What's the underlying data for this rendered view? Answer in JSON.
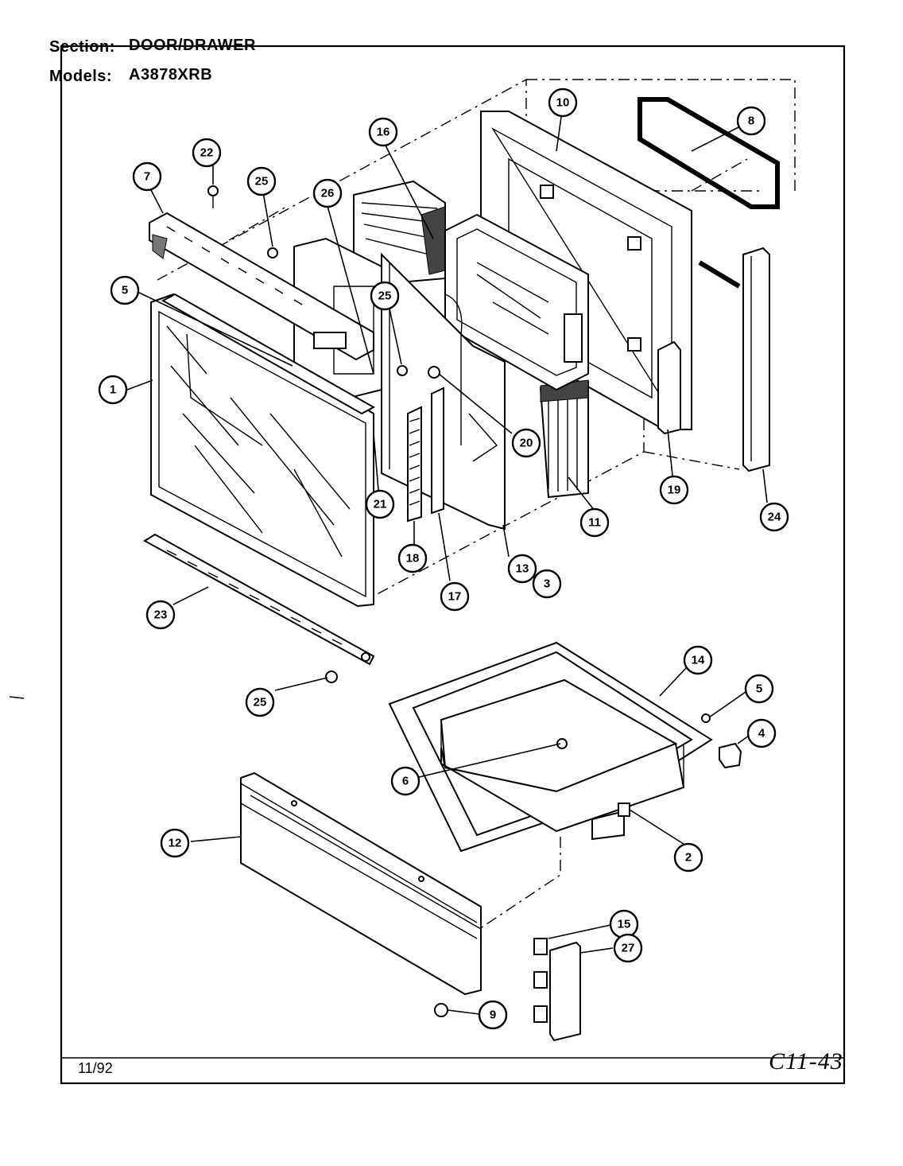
{
  "header": {
    "section_label": "Section:",
    "section_value": "DOOR/DRAWER",
    "models_label": "Models:",
    "models_value": "A3878XRB"
  },
  "footer": {
    "date": "11/92",
    "code": "C11-43"
  },
  "callouts": [
    {
      "id": "c1",
      "label": "1"
    },
    {
      "id": "c2",
      "label": "2"
    },
    {
      "id": "c3",
      "label": "3"
    },
    {
      "id": "c4",
      "label": "4"
    },
    {
      "id": "c5a",
      "label": "5"
    },
    {
      "id": "c5b",
      "label": "5"
    },
    {
      "id": "c6",
      "label": "6"
    },
    {
      "id": "c7",
      "label": "7"
    },
    {
      "id": "c8",
      "label": "8"
    },
    {
      "id": "c9",
      "label": "9"
    },
    {
      "id": "c10",
      "label": "10"
    },
    {
      "id": "c11",
      "label": "11"
    },
    {
      "id": "c12",
      "label": "12"
    },
    {
      "id": "c13",
      "label": "13"
    },
    {
      "id": "c14",
      "label": "14"
    },
    {
      "id": "c15",
      "label": "15"
    },
    {
      "id": "c16",
      "label": "16"
    },
    {
      "id": "c17",
      "label": "17"
    },
    {
      "id": "c18",
      "label": "18"
    },
    {
      "id": "c19",
      "label": "19"
    },
    {
      "id": "c20",
      "label": "20"
    },
    {
      "id": "c21",
      "label": "21"
    },
    {
      "id": "c22",
      "label": "22"
    },
    {
      "id": "c23",
      "label": "23"
    },
    {
      "id": "c24",
      "label": "24"
    },
    {
      "id": "c25a",
      "label": "25"
    },
    {
      "id": "c25b",
      "label": "25"
    },
    {
      "id": "c25c",
      "label": "25"
    },
    {
      "id": "c26",
      "label": "26"
    },
    {
      "id": "c27",
      "label": "27"
    }
  ]
}
